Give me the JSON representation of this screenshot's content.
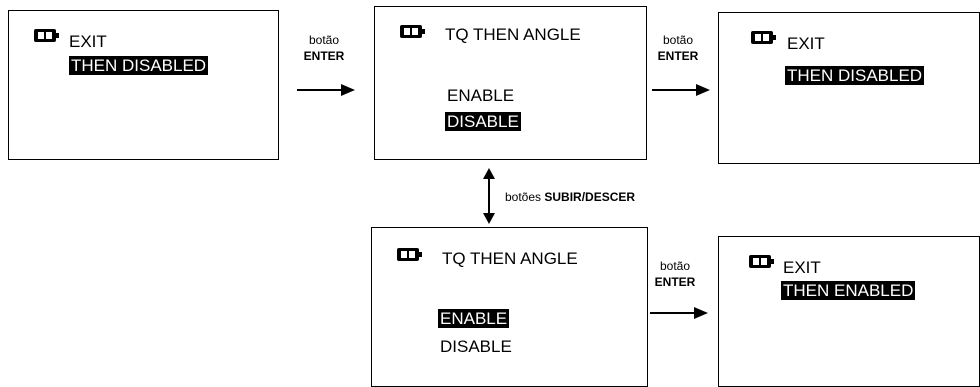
{
  "screens": {
    "s1": {
      "title": "EXIT",
      "line1": "THEN DISABLED"
    },
    "s2": {
      "title": "TQ THEN ANGLE",
      "line1": "ENABLE",
      "line2": "DISABLE"
    },
    "s3": {
      "title": "EXIT",
      "line1": "THEN DISABLED"
    },
    "s4": {
      "title": "TQ THEN ANGLE",
      "line1": "ENABLE",
      "line2": "DISABLE"
    },
    "s5": {
      "title": "EXIT",
      "line1": "THEN ENABLED"
    }
  },
  "labels": {
    "enter1": {
      "top": "botão",
      "bottom": "ENTER"
    },
    "enter2": {
      "top": "botão",
      "bottom": "ENTER"
    },
    "enter3": {
      "top": "botão",
      "bottom": "ENTER"
    },
    "updown": {
      "prefix": "botões ",
      "bold": "SUBIR/DESCER"
    }
  },
  "icons": {
    "battery": "battery-icon",
    "arrow": "arrow-right-icon",
    "updown": "arrow-up-down-icon"
  }
}
